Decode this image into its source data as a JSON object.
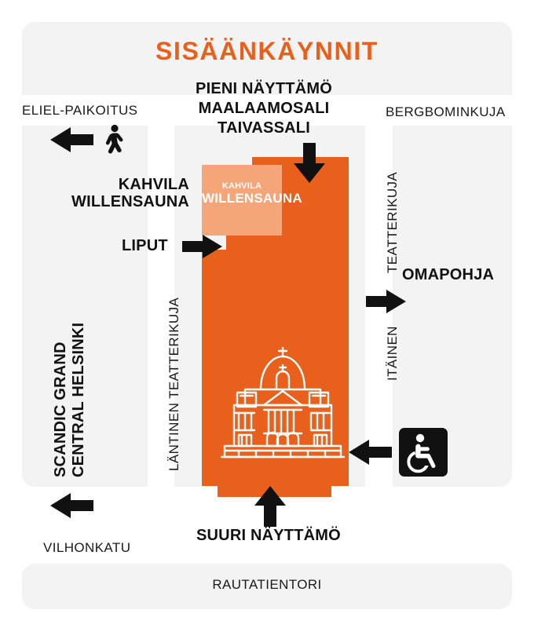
{
  "title": "SISÄÄNKÄYNNIT",
  "venues": {
    "line1": "PIENI NÄYTTÄMÖ",
    "line2": "MAALAAMOSALI",
    "line3": "TAIVASSALI"
  },
  "labels": {
    "eliel_parking": "ELIEL-PAIKOITUS",
    "bergbominkuja": "BERGBOMINKUJA",
    "cafe": "KAHVILA\nWILLENSAUNA",
    "cafe_line1": "KAHVILA",
    "cafe_line2": "WILLENSAUNA",
    "cafe_inset_line1": "KAHVILA",
    "cafe_inset_line2": "WILLENSAUNA",
    "tickets": "LIPUT",
    "omapohja": "OMAPOHJA",
    "west_alley": "LÄNTINEN  TEATTERIKUJA",
    "east_alley": "ITÄINEN      TEATTERIKUJA",
    "east_alley_a": "TEATTERIKUJA",
    "east_alley_b": "ITÄINEN",
    "hotel_line1": "SCANDIC GRAND",
    "hotel_line2": "CENTRAL HELSINKI",
    "vilhonkatu": "VILHONKATU",
    "main_stage": "SUURI NÄYTTÄMÖ",
    "rautatientori": "RAUTATIENTORI"
  },
  "icons": {
    "pedestrian": "pedestrian-icon",
    "wheelchair": "wheelchair-accessible-icon",
    "theatre_building": "national-theatre-building-illustration"
  },
  "arrows": {
    "eliel_parking": "arrow-left",
    "small_stage": "arrow-down",
    "tickets": "arrow-right",
    "omapohja": "arrow-right",
    "accessible_entrance": "arrow-left",
    "vilhonkatu": "arrow-left",
    "main_stage": "arrow-up"
  },
  "colors": {
    "brand_orange": "#E8601C",
    "light_orange": "#F5A678",
    "block_gray": "#F3F3F3",
    "text_black": "#111111",
    "street_white": "#FFFFFF"
  }
}
